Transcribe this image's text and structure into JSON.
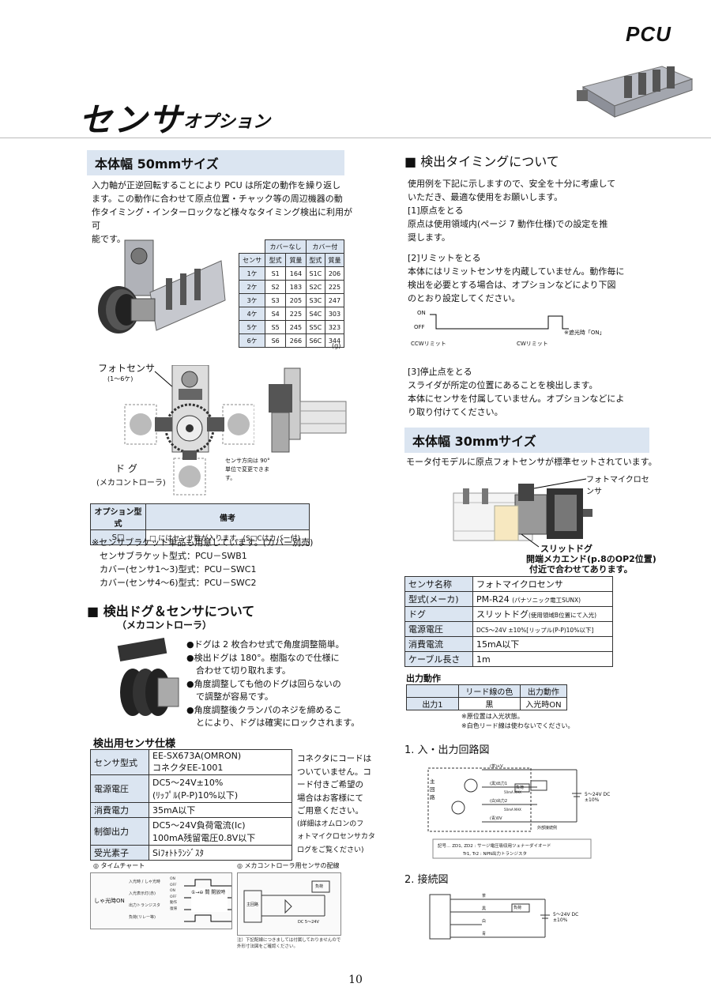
{
  "header": {
    "brand": "PCU",
    "title": "センサ",
    "subtitle": "オプション"
  },
  "left": {
    "section50": "本体幅 50mmサイズ",
    "intro": [
      "入力軸が正逆回転することにより PCU は所定の動作を繰り返し",
      "ます。この動作に合わせて原点位置・チャック等の周辺機器の動",
      "作タイミング・インターロックなど様々なタイミング検出に利用が可",
      "能です。"
    ],
    "mass_table": {
      "group_headers": [
        "カバーなし",
        "カバー付"
      ],
      "col_headers": [
        "センサ",
        "型式",
        "質量",
        "型式",
        "質量"
      ],
      "rows": [
        [
          "1ケ",
          "S1",
          "164",
          "S1C",
          "206"
        ],
        [
          "2ケ",
          "S2",
          "183",
          "S2C",
          "225"
        ],
        [
          "3ケ",
          "S3",
          "205",
          "S3C",
          "247"
        ],
        [
          "4ケ",
          "S4",
          "225",
          "S4C",
          "303"
        ],
        [
          "5ケ",
          "S5",
          "245",
          "S5C",
          "323"
        ],
        [
          "6ケ",
          "S6",
          "266",
          "S6C",
          "344"
        ]
      ],
      "unit": "(g)"
    },
    "diagram_labels": {
      "photo_sensor": "フォトセンサ",
      "photo_sensor_count": "(1〜6ケ)",
      "dog": "ド グ",
      "dog_sub": "(メカコントローラ)",
      "rotate_note": [
        "センサ方向は 90°",
        "単位で変更できま",
        "す。"
      ]
    },
    "option_table": {
      "headers": [
        "オプション型式",
        "備考"
      ],
      "code": "S□",
      "note": "□ にはセンサ数が入ります。(S□Cはカバー付)"
    },
    "bracket_notes": [
      "※センサブラケット単品も用意しています。(カバー別売)",
      "センサブラケット型式：PCU－SWB1",
      "カバー(センサ1〜3)型式：PCU－SWC1",
      "カバー(センサ4〜6)型式：PCU－SWC2"
    ],
    "dog_heading": "■ 検出ドグ＆センサについて",
    "dog_sub": "（メカコントローラ）",
    "dog_bullets": [
      "●ドグは 2 枚合わせ式で角度調整簡単。",
      "●検出ドグは 180°。樹脂なので仕様に",
      "合わせて切り取れます。",
      "●角度調整しても他のドグは回らないの",
      "で調整が容易です。",
      "●角度調整後クランパのネジを締めるこ",
      "とにより、ドグは確実にロックされます。"
    ],
    "sensor_spec_heading": "検出用センサ仕様",
    "sensor_spec": [
      {
        "k": "センサ型式",
        "v": [
          "EE-SX673A(OMRON)",
          "コネクタEE-1001"
        ]
      },
      {
        "k": "電源電圧",
        "v": [
          "DC5〜24V±10%",
          "(ﾘｯﾌﾟﾙ(P-P)10%以下)"
        ]
      },
      {
        "k": "消費電力",
        "v": [
          "35mA以下"
        ]
      },
      {
        "k": "制御出力",
        "v": [
          "DC5〜24V負荷電流(Ic)",
          "100mA残留電圧0.8V以下"
        ]
      },
      {
        "k": "受光素子",
        "v": [
          "Siﾌｫﾄﾄﾗﾝｼﾞｽﾀ"
        ]
      }
    ],
    "connector_note": [
      "コネクタにコードは",
      "ついていません。コ",
      "ード付きご希望の",
      "場合はお客様にて",
      "ご用意ください。",
      "(詳細はオムロンのフ",
      "ォトマイクロセンサカタ",
      "ログをご覧ください)"
    ],
    "time_chart_title": "◎ タイムチャート",
    "time_chart_side": "しゃ光時ON",
    "time_chart_rows": [
      "入光時 / しゃ光時",
      "入光表示灯(赤)",
      "出力トランジスタ",
      "負荷(リレー等)"
    ],
    "time_chart_marks": [
      "ON",
      "OFF",
      "ON",
      "OFF",
      "動作",
      "復帰"
    ],
    "time_chart_legend": "①→⊖ 間 開放時",
    "wiring_title": "◎ メカコントローラ用センサの配線",
    "wiring_labels": [
      "主回路",
      "負荷",
      "DC 5〜24V"
    ],
    "wiring_note": [
      "注）下記配線につきましては付属しておりませんので",
      "外形寸法図をご確認ください。"
    ]
  },
  "right": {
    "timing_heading": "■ 検出タイミングについて",
    "timing_intro": [
      "使用例を下記に示しますので、安全を十分に考慮して",
      "いただき、最適な使用をお願いします。"
    ],
    "origin_title": "[1]原点をとる",
    "origin_text": [
      "原点は使用領域内(ページ 7 動作仕様)での設定を推",
      "奨します。"
    ],
    "limit_title": "[2]リミットをとる",
    "limit_text": [
      "本体にはリミットセンサを内蔵していません。動作毎に",
      "検出を必要とする場合は、オプションなどにより下図",
      "のとおり設定してください。"
    ],
    "limit_chart": {
      "on": "ON",
      "off": "OFF",
      "ccw": "CCWリミット",
      "cw": "CWリミット",
      "note": "※遮光時「ON」"
    },
    "stop_title": "[3]停止点をとる",
    "stop_text": [
      "スライダが所定の位置にあることを検出します。",
      "本体にセンサを付属していません。オプションなどによ",
      "り取り付けてください。"
    ],
    "section30": "本体幅 30mmサイズ",
    "motor_note": "モータ付モデルに原点フォトセンサが標準セットされています。",
    "motor_labels": {
      "sensor": "フォトマイクロセンサ",
      "slit": "スリットドグ",
      "slit_note1": "開端メカエンド(p.8のOP2位置)",
      "slit_note2": "付近で合わせてあります。"
    },
    "spec30": [
      {
        "k": "センサ名称",
        "v": "フォトマイクロセンサ",
        "s": ""
      },
      {
        "k": "型式(メーカ)",
        "v": "PM-R24",
        "s": "(パナソニック電工SUNX)"
      },
      {
        "k": "ドグ",
        "v": "スリットドグ",
        "s": "(使用領域B位置にて入光)"
      },
      {
        "k": "電源電圧",
        "v": "",
        "s": "DC5〜24V ±10%[リップル(P-P)10%以下]"
      },
      {
        "k": "消費電流",
        "v": "15mA以下",
        "s": ""
      },
      {
        "k": "ケーブル長さ",
        "v": "1m",
        "s": ""
      }
    ],
    "output_title": "出力動作",
    "output_headers": [
      "",
      "リード線の色",
      "出力動作"
    ],
    "output_row": [
      "出力1",
      "黒",
      "入光時ON"
    ],
    "output_notes": [
      "※原位置は入光状態。",
      "※白色リード線は使わないでください。"
    ],
    "circuit_title": "1. 入・出力回路図",
    "circuit_labels": {
      "main": "主 回 路",
      "plus": "(茶)+V",
      "black": "(黒)出力1",
      "white": "(白)出力2",
      "blue": "(青)0V",
      "load": "負荷",
      "ma1": "50mA MAX",
      "ma2": "50mA MAX",
      "dc": "5〜24V DC",
      "tol": "±10%",
      "ext": "外部接続例",
      "note1": "記号… ZD1, ZD2 : サージ電圧吸収用ツェナーダイオード",
      "note2": "Tr1, Tr2 : NPN出力トランジスタ"
    },
    "connection_title": "2. 接続図",
    "connection_labels": {
      "brown": "茶",
      "black": "黒",
      "white": "白",
      "blue": "青",
      "load": "負荷",
      "dc": "5〜24V DC",
      "tol": "±10%"
    }
  },
  "footer": {
    "page": "10"
  }
}
